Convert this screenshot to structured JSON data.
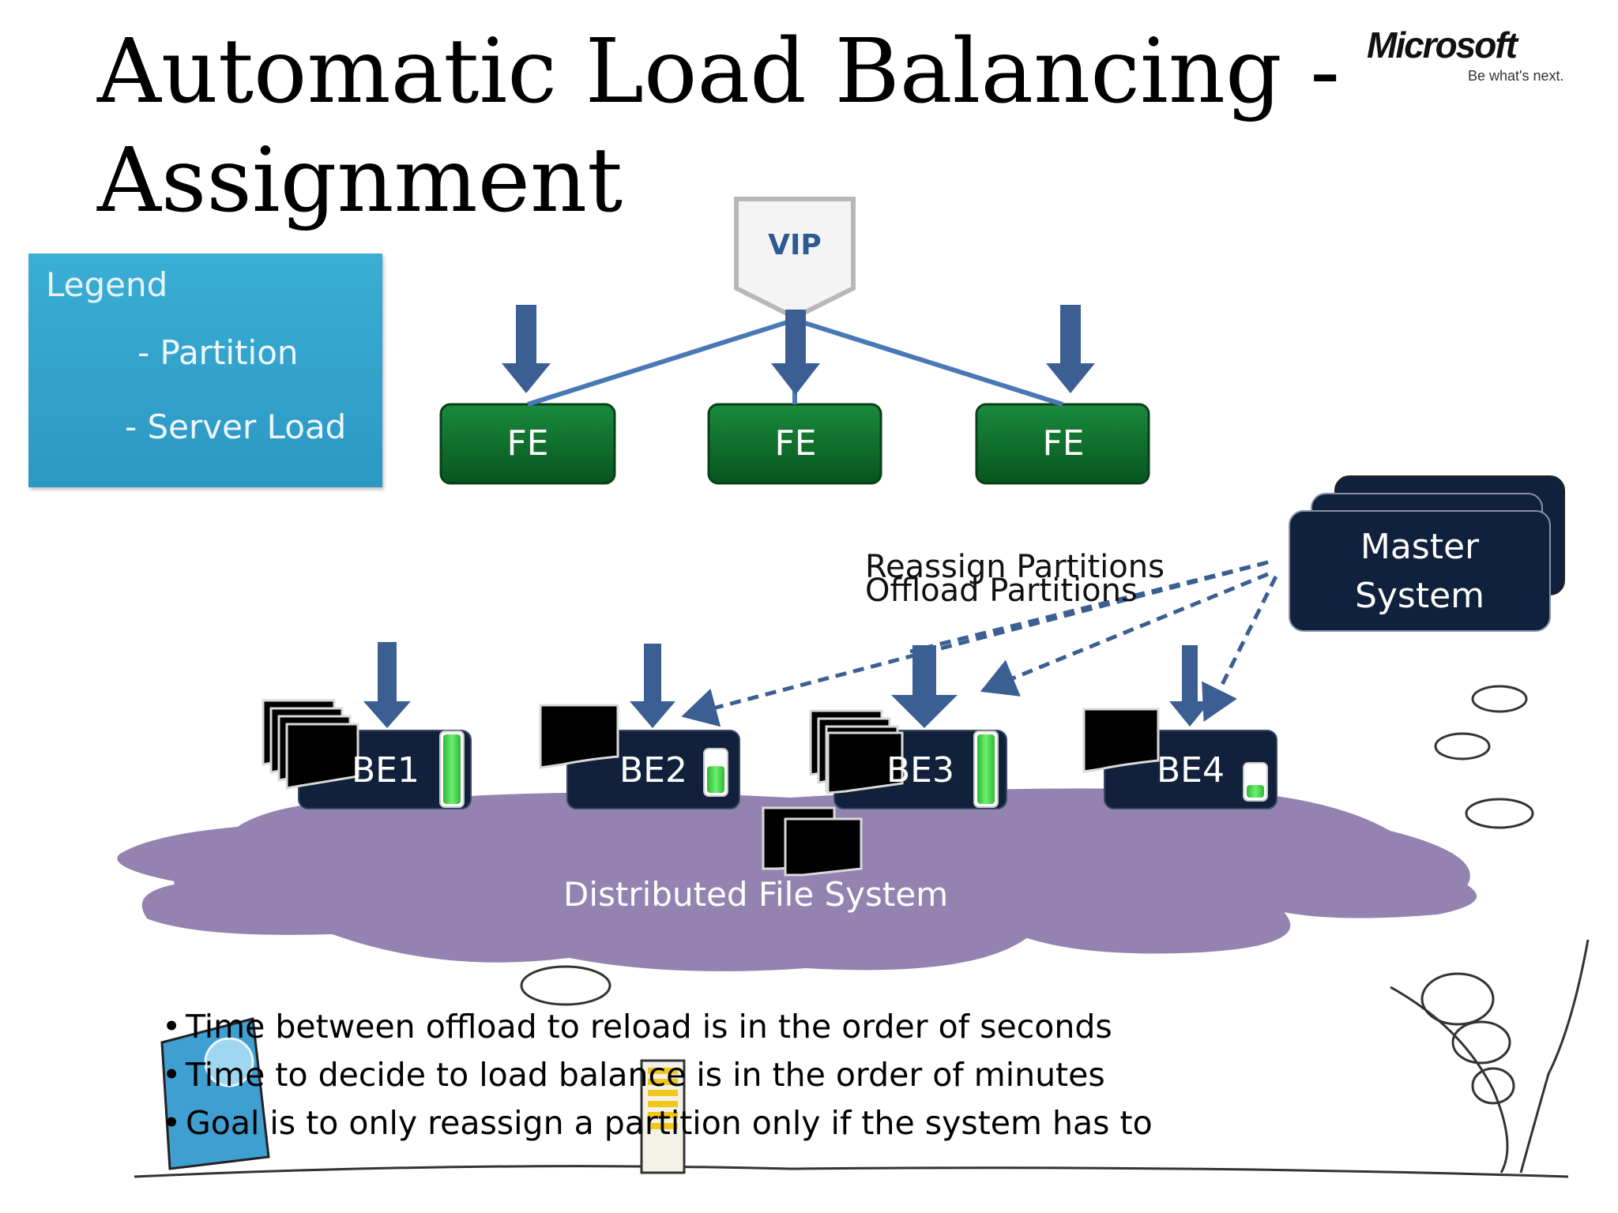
{
  "title": {
    "line1": "Automatic Load Balancing -",
    "line2": "Assignment"
  },
  "logo": {
    "name": "Microsoft",
    "tagline": "Be what's next."
  },
  "legend": {
    "title": "Legend",
    "partition_label": "- Partition",
    "server_load_label": "- Server Load"
  },
  "vip": {
    "label": "VIP"
  },
  "frontends": [
    {
      "label": "FE"
    },
    {
      "label": "FE"
    },
    {
      "label": "FE"
    }
  ],
  "backends": [
    {
      "label": "BE1",
      "load": 1.0
    },
    {
      "label": "BE2",
      "load": 0.65
    },
    {
      "label": "BE3",
      "load": 1.0
    },
    {
      "label": "BE4",
      "load": 0.4
    }
  ],
  "master": {
    "line1": "Master",
    "line2": "System"
  },
  "annotations": {
    "reassign": "Reassign Partitions",
    "offload": "Offload Partitions"
  },
  "dfs": {
    "label": "Distributed File System"
  },
  "bullets": [
    "Time between offload to reload is in the order of seconds",
    "Time to decide to load balance is in the order of minutes",
    "Goal is to only reassign a partition only if the system has to"
  ],
  "colors": {
    "fe_fill": "#0b6b2a",
    "be_fill": "#12213b",
    "master_fill": "#10213d",
    "cloud_fill": "#9483b0",
    "arrow": "#3b5f93",
    "load_green": "#37d03f",
    "legend_bg": "#33a3cf"
  }
}
